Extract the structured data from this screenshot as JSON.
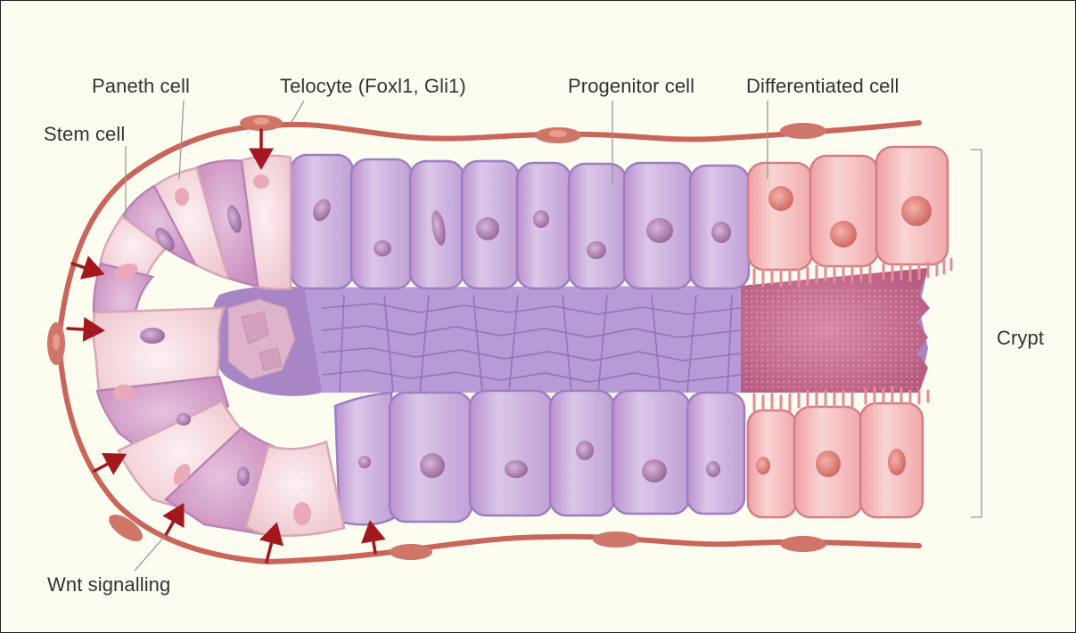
{
  "labels": {
    "paneth_cell": "Paneth cell",
    "telocyte": "Telocyte (Foxl1, Gli1)",
    "progenitor_cell": "Progenitor cell",
    "differentiated_cell": "Differentiated cell",
    "stem_cell": "Stem cell",
    "crypt": "Crypt",
    "wnt_signalling": "Wnt signalling"
  },
  "colors": {
    "background": "#fdfcf1",
    "telocyte": "#c9655a",
    "arrow": "#a3181e",
    "stem_cell": "#d59fcc",
    "paneth_cell": "#f6d9de",
    "progenitor_cell": "#c8a8da",
    "differentiated_cell": "#f2b3b3",
    "lumen": "#c97393",
    "label_text": "#333333"
  }
}
